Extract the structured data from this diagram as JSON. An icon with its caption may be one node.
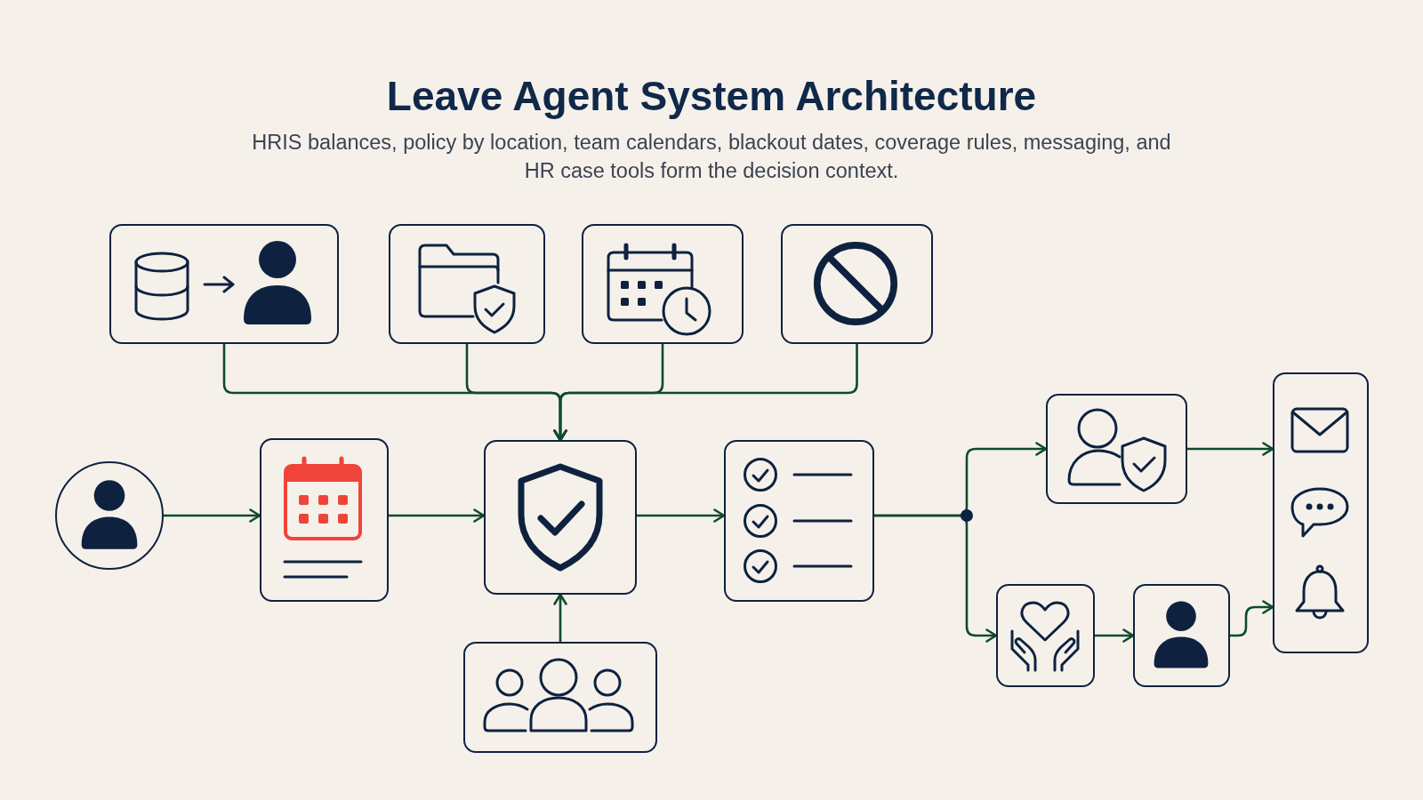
{
  "diagram": {
    "title": "Leave Agent System Architecture",
    "nodes": [
      {
        "text": [],
        "shape": "box"
      },
      {
        "text": [],
        "shape": "box"
      },
      {
        "text": [],
        "shape": "box"
      },
      {
        "text": [],
        "shape": "box"
      },
      {
        "text": [],
        "shape": "circle"
      },
      {
        "text": [],
        "shape": "box"
      },
      {
        "text": [],
        "shape": "box"
      },
      {
        "text": [],
        "shape": "box"
      },
      {
        "text": [],
        "shape": "box"
      },
      {
        "text": [],
        "shape": "box"
      },
      {
        "text": [],
        "shape": "box"
      },
      {
        "text": [],
        "shape": "box"
      },
      {
        "text": [],
        "shape": "box"
      }
    ],
    "edges": [
      {
        "from": 0,
        "to": 6,
        "arrow": "to"
      },
      {
        "from": 1,
        "to": 6,
        "arrow": "to"
      },
      {
        "from": 2,
        "to": 6,
        "arrow": "to"
      },
      {
        "from": 3,
        "to": 6,
        "arrow": "to"
      },
      {
        "from": 4,
        "to": 5,
        "arrow": "to"
      },
      {
        "from": 5,
        "to": 6,
        "arrow": "to"
      },
      {
        "from": 8,
        "to": 6,
        "arrow": "to"
      },
      {
        "from": 6,
        "to": 7,
        "arrow": "to"
      },
      {
        "from": 7,
        "to": 9,
        "arrow": "to"
      },
      {
        "from": 7,
        "to": 10,
        "arrow": "to"
      },
      {
        "from": 9,
        "to": 12,
        "arrow": "to"
      },
      {
        "from": 10,
        "to": 11,
        "arrow": "to"
      },
      {
        "from": 11,
        "to": 12,
        "arrow": "to"
      }
    ],
    "labels": [
      "HRIS balances, policy by location, team calendars, blackout dates, coverage rules, messaging, and HR case tools form the decision context."
    ]
  }
}
